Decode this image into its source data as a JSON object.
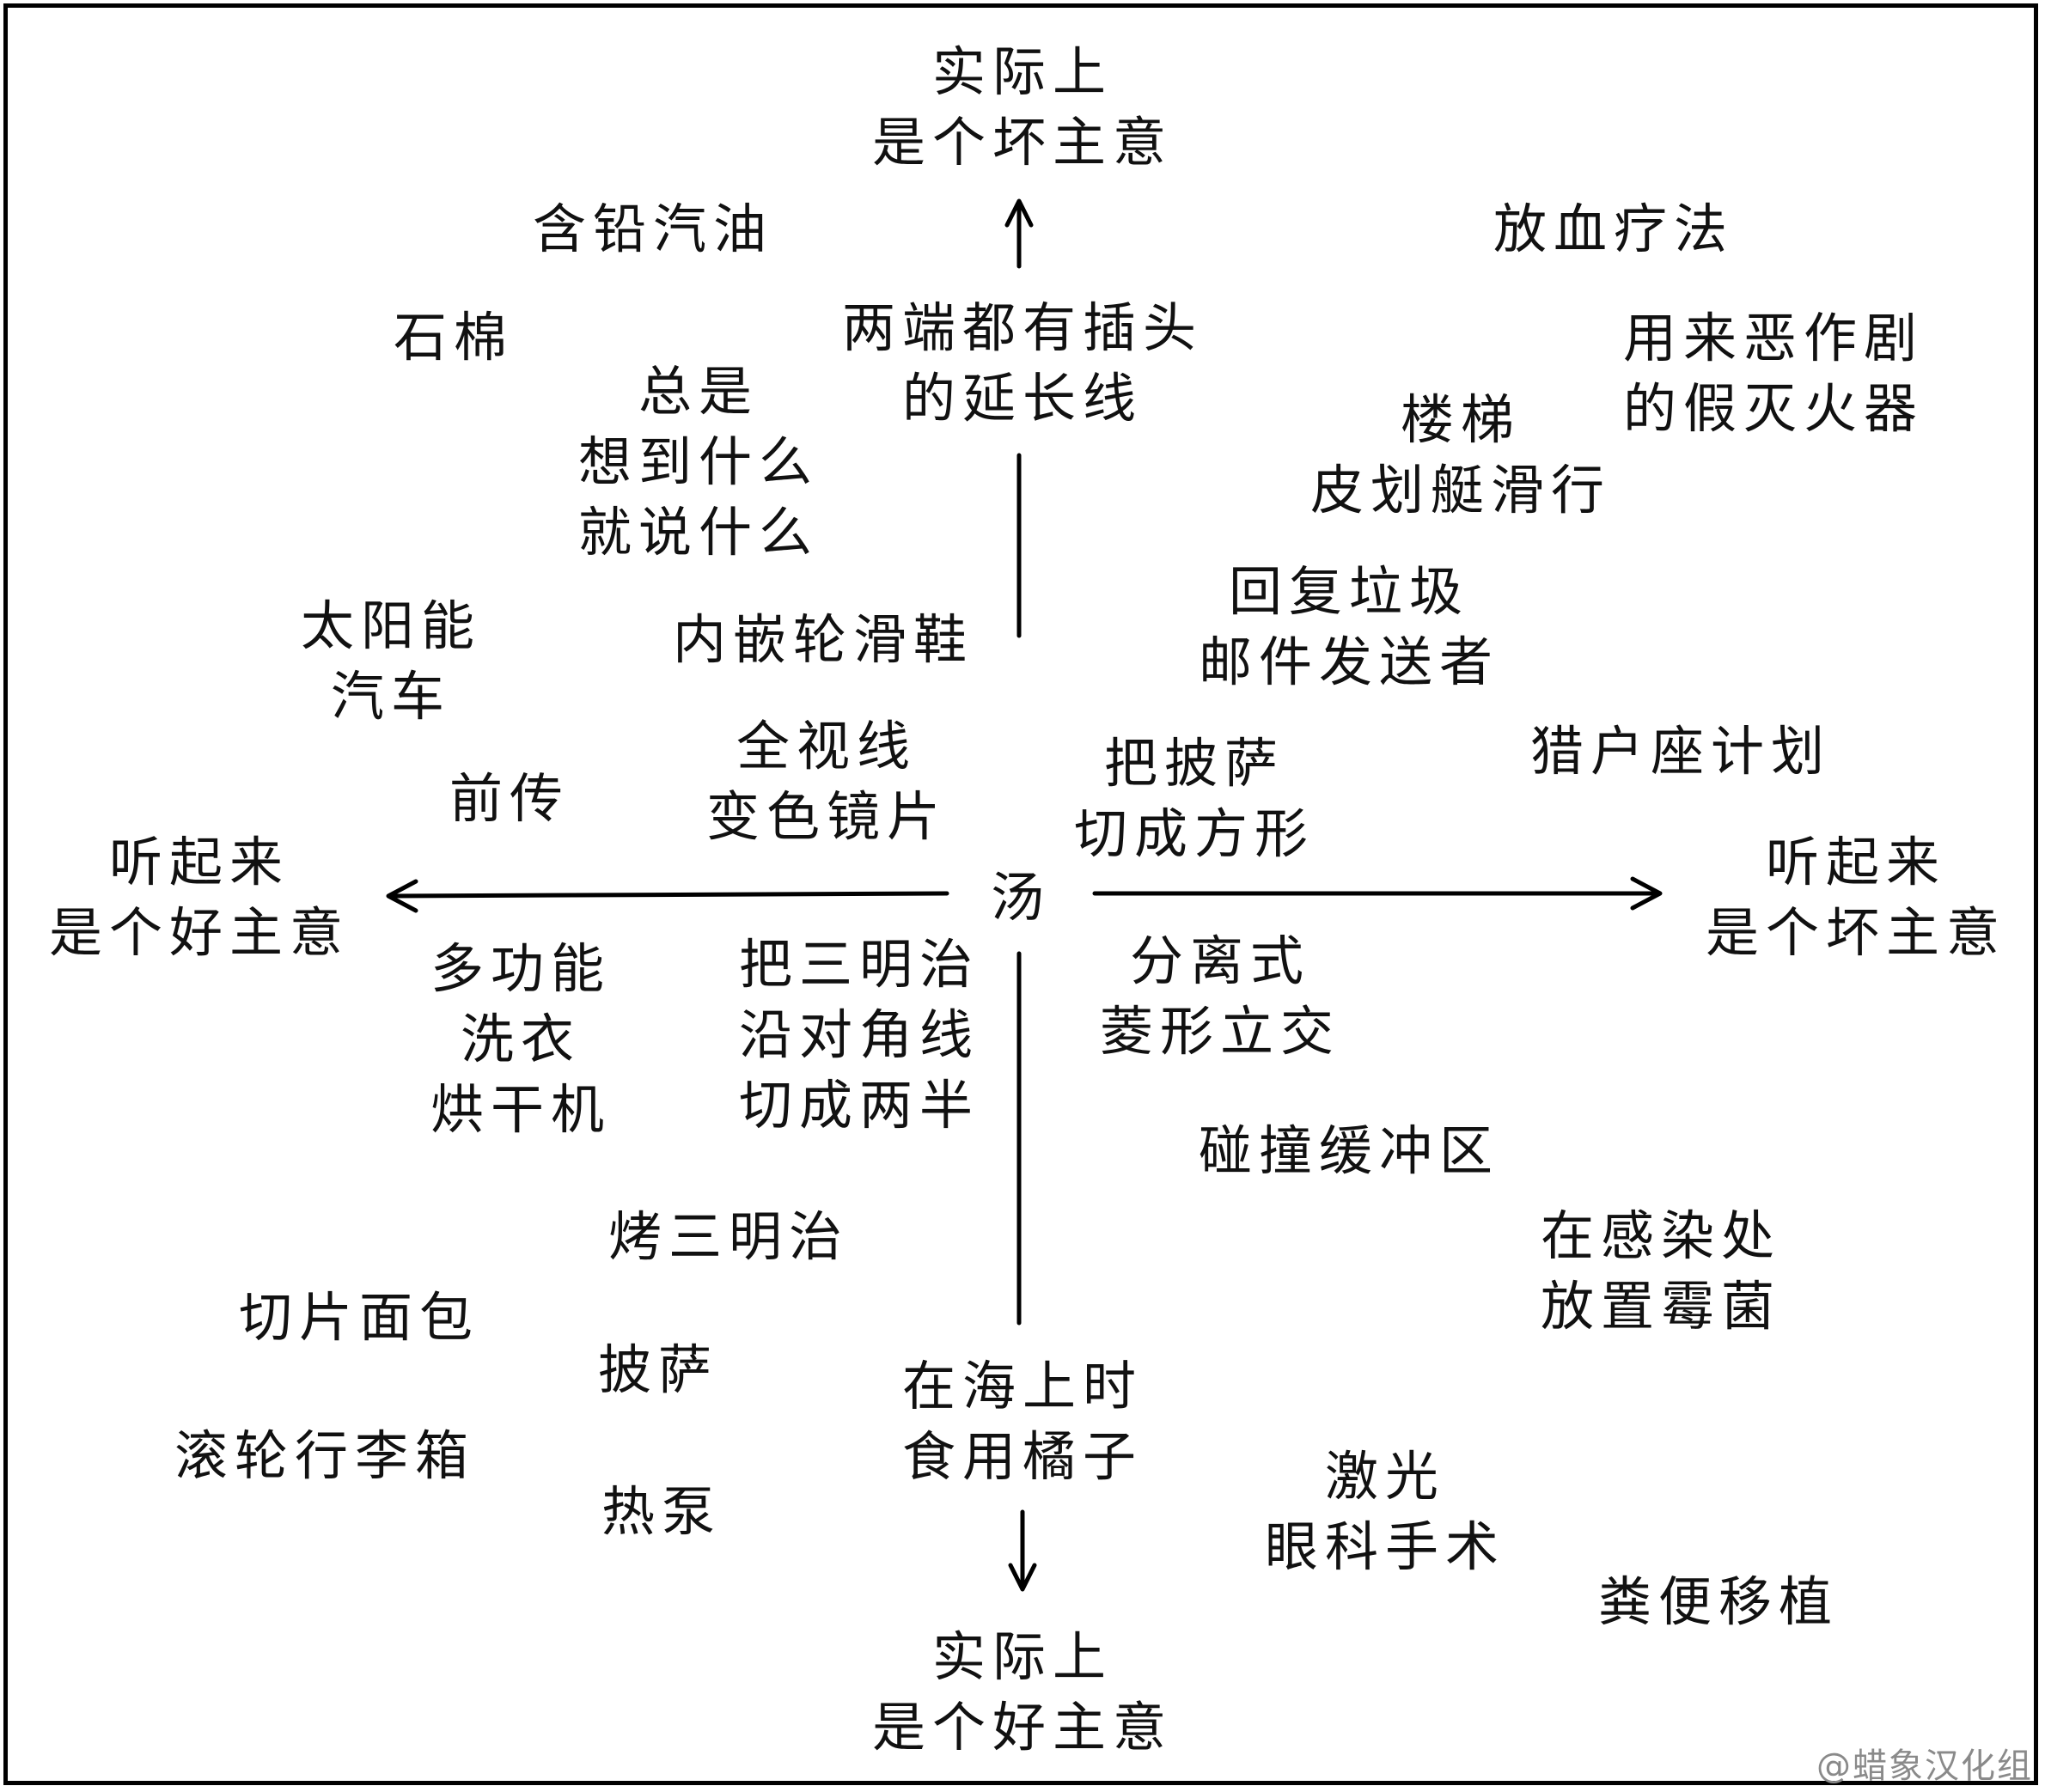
{
  "axes": {
    "top": [
      "实际上",
      "是个坏主意"
    ],
    "bottom": [
      "实际上",
      "是个好主意"
    ],
    "left": [
      "听起来",
      "是个好主意"
    ],
    "right": [
      "听起来",
      "是个坏主意"
    ],
    "center": "汤"
  },
  "items": {
    "leaded_gasoline": [
      "含铅汽油"
    ],
    "bloodletting": [
      "放血疗法"
    ],
    "asbestos": [
      "石棉"
    ],
    "extension_cord": [
      "两端都有插头",
      "的延长线"
    ],
    "prank_extinguisher": [
      "用来恶作剧",
      "的假灭火器"
    ],
    "always_say": [
      "总是",
      "想到什么",
      "就说什么"
    ],
    "stair_rowing": [
      "楼梯",
      "皮划艇滑行"
    ],
    "solar_car": [
      "太阳能",
      "汽车"
    ],
    "inline_skates": [
      "内嵌轮滑鞋"
    ],
    "reply_spam": [
      "回复垃圾",
      "邮件发送者"
    ],
    "orion_plan": [
      "猎户座计划"
    ],
    "transitions_lenses": [
      "全视线",
      "变色镜片"
    ],
    "square_pizza": [
      "把披萨",
      "切成方形"
    ],
    "prequels": [
      "前传"
    ],
    "washer_dryer": [
      "多功能",
      "洗衣",
      "烘干机"
    ],
    "diagonal_sandwich": [
      "把三明治",
      "沿对角线",
      "切成两半"
    ],
    "cloverleaf": [
      "分离式",
      "菱形立交"
    ],
    "crumple_zones": [
      "碰撞缓冲区"
    ],
    "mold_infection": [
      "在感染处",
      "放置霉菌"
    ],
    "toasted_sandwich": [
      "烤三明治"
    ],
    "sliced_bread": [
      "切片面包"
    ],
    "pizza": [
      "披萨"
    ],
    "oranges_at_sea": [
      "在海上时",
      "食用橘子"
    ],
    "rolling_luggage": [
      "滚轮行李箱"
    ],
    "lasik": [
      "激光",
      "眼科手术"
    ],
    "heat_pump": [
      "热泵"
    ],
    "fecal_transplant": [
      "粪便移植"
    ]
  },
  "credit": "@蜡象汉化组"
}
